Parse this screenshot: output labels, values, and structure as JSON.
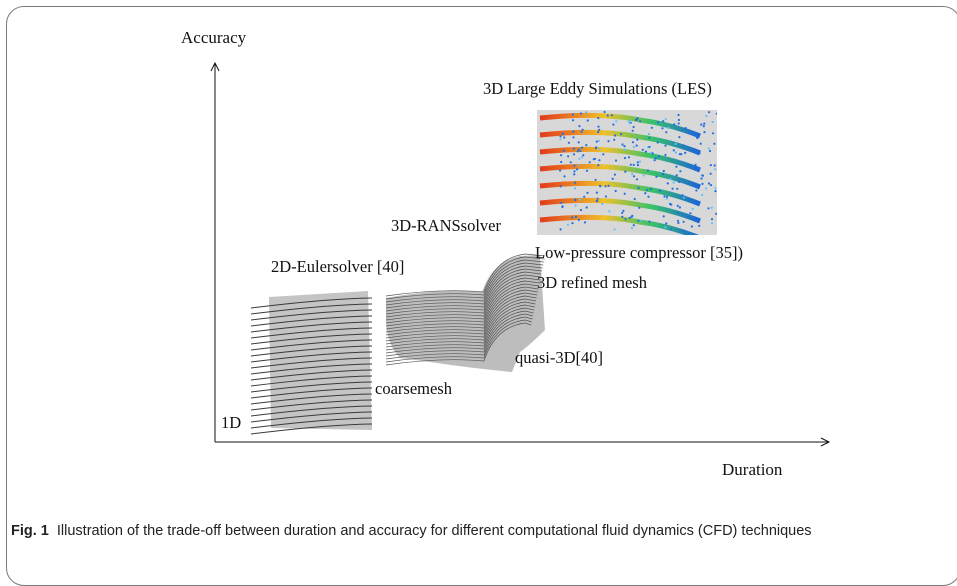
{
  "diagram": {
    "y_axis_label": "Accuracy",
    "x_axis_label": "Duration",
    "levels": [
      {
        "id": "1d",
        "label": "1D"
      },
      {
        "id": "euler",
        "label": "2D-Eulersolver [40]",
        "note": "coarsemesh"
      },
      {
        "id": "rans",
        "label": "3D-RANSsolver",
        "note": "quasi-3D[40]"
      },
      {
        "id": "les",
        "label": "3D Large Eddy Simulations (LES)"
      }
    ],
    "annotations": {
      "compressor": "Low-pressure compressor [35])",
      "refined": "3D refined mesh"
    },
    "colors": {
      "axis": "#111111",
      "mesh_fill": "#c4c4c4",
      "mesh_line": "#3a3a3a",
      "les_background": "#d8d8d8",
      "les_particles": "#1f6fe0"
    }
  },
  "caption": {
    "figure": "Fig. 1",
    "text": "Illustration of the trade-off between duration and accuracy for different computational fluid dynamics (CFD) techniques"
  }
}
